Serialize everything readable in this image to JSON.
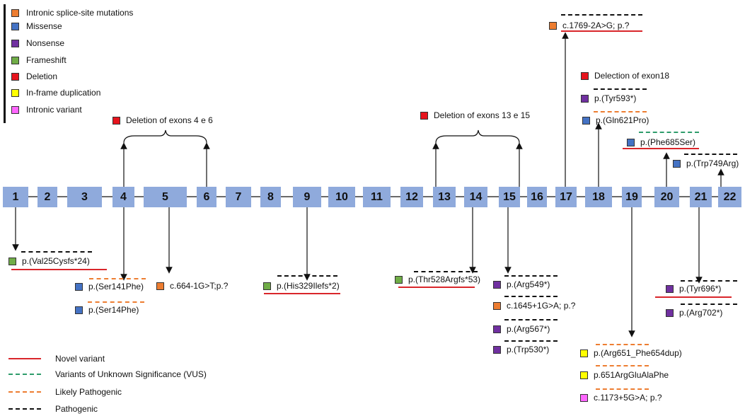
{
  "colors": {
    "intronic_splice": "#ed7d31",
    "missense": "#4472c4",
    "nonsense": "#7030a0",
    "frameshift": "#70ad47",
    "deletion": "#e6141d",
    "inframe_dup": "#ffff00",
    "intronic_variant": "#ff66ff",
    "exon": "#8faadc",
    "novel": "#d9262b",
    "vus": "#2e9c6b",
    "likely_pathogenic": "#ed7d31",
    "pathogenic": "#111111"
  },
  "legend": {
    "types": [
      {
        "label": "Intronic splice-site mutations",
        "color": "#ed7d31"
      },
      {
        "label": "Missense",
        "color": "#4472c4"
      },
      {
        "label": "Nonsense",
        "color": "#7030a0"
      },
      {
        "label": "Frameshift",
        "color": "#70ad47"
      },
      {
        "label": "Deletion",
        "color": "#e6141d"
      },
      {
        "label": "In-frame duplication",
        "color": "#ffff00"
      },
      {
        "label": "Intronic variant",
        "color": "#ff66ff"
      }
    ],
    "classes": [
      {
        "label": "Novel variant",
        "style": "solid",
        "color": "#d9262b"
      },
      {
        "label": "Variants of Unknown Significance (VUS)",
        "style": "dashed",
        "color": "#2e9c6b"
      },
      {
        "label": "Likely Pathogenic",
        "style": "dashed",
        "color": "#ed7d31"
      },
      {
        "label": "Pathogenic",
        "style": "dashed",
        "color": "#111111"
      }
    ]
  },
  "exons": [
    "1",
    "2",
    "3",
    "4",
    "5",
    "6",
    "7",
    "8",
    "9",
    "10",
    "11",
    "12",
    "13",
    "14",
    "15",
    "16",
    "17",
    "18",
    "19",
    "20",
    "21",
    "22"
  ],
  "variants": {
    "del_4_6": "Deletion of exons 4 e 6",
    "del_13_15": "Deletion of exons 13 e 15",
    "del_18": "Delection of exon18",
    "e17_splice": "c.1769-2A>G; p.?",
    "e18_tyr593": "p.(Tyr593*)",
    "e18_gln621": "p.(Gln621Pro)",
    "e20_phe685": "p.(Phe685Ser)",
    "e22_trp749": "p.(Trp749Arg)",
    "e1_val25": "p.(Val25Cysfs*24)",
    "e4_ser141": "p.(Ser141Phe)",
    "e4_ser14": "p.(Ser14Phe)",
    "e5_splice": "c.664-1G>T;p.?",
    "e9_his329": "p.(His329Ilefs*2)",
    "e14_thr528": "p.(Thr528Argfs*53)",
    "e15_arg549": "p.(Arg549*)",
    "e15_splice": "c.1645+1G>A; p.?",
    "e15_arg567": "p.(Arg567*)",
    "e15_trp530": "p.(Trp530*)",
    "e19_dup": "p.(Arg651_Phe654dup)",
    "e19_ins": "p.651ArgGluAlaPhe",
    "e19_intronic": "c.1173+5G>A; p.?",
    "e21_tyr696": "p.(Tyr696*)",
    "e21_arg702": "p.(Arg702*)"
  }
}
